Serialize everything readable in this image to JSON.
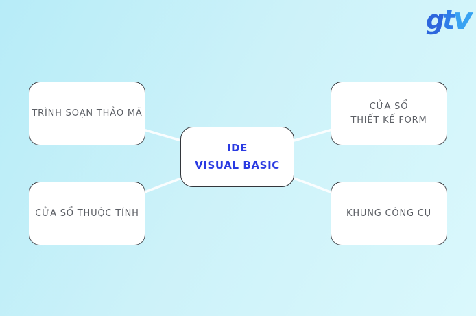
{
  "logo": {
    "part1": "g",
    "part2": "t",
    "part3": "v"
  },
  "center": {
    "line1": "IDE",
    "line2": "VISUAL BASIC"
  },
  "nodes": {
    "top_left": {
      "label": "TRÌNH SOẠN THẢO MÃ"
    },
    "top_right": {
      "line1": "CỬA SỔ",
      "line2": "THIẾT KẾ FORM"
    },
    "bottom_left": {
      "label": "CỬA SỔ THUỘC TÍNH"
    },
    "bottom_right": {
      "label": "KHUNG CÔNG CỤ"
    }
  },
  "edges": [
    {
      "from": "IDE VISUAL BASIC",
      "to": "TRÌNH SOẠN THẢO MÃ"
    },
    {
      "from": "IDE VISUAL BASIC",
      "to": "CỬA SỔ THIẾT KẾ FORM"
    },
    {
      "from": "IDE VISUAL BASIC",
      "to": "CỬA SỔ THUỘC TÍNH"
    },
    {
      "from": "IDE VISUAL BASIC",
      "to": "KHUNG CÔNG CỤ"
    }
  ],
  "colors": {
    "background_start": "#b7ecf8",
    "background_end": "#daf8fc",
    "node_fill": "#ffffff",
    "node_border": "#54575c",
    "node_text": "#5b5e64",
    "center_text": "#2a3ae2",
    "connector": "#fdfeff",
    "logo_blue_dark": "#2d66dd",
    "logo_blue_light": "#38a2f2"
  }
}
